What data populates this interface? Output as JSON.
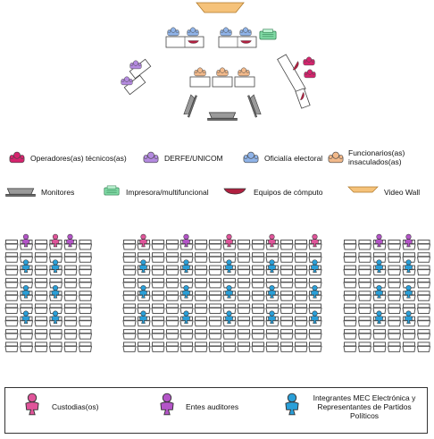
{
  "legend": {
    "operators": "Operadores(as) técnicos(as)",
    "derfe": "DERFE/UNICOM",
    "oficialia": "Oficialía electoral",
    "funcionarios": "Funcionarios(as) insaculados(as)",
    "monitores": "Monitores",
    "impresora": "Impresora/multifuncional",
    "equipos": "Equipos de cómputo",
    "videowall": "Video Wall"
  },
  "bottom_legend": {
    "custodias": "Custodias(os)",
    "entes": "Entes auditores",
    "integrantes": "Integrantes MEC Electrónica y Representantes de Partidos Políticos"
  },
  "colors": {
    "operator": "#d6246e",
    "derfe": "#b48ae0",
    "oficialia": "#8fb3e8",
    "funcionario": "#f2b98a",
    "custodia": "#e0559a",
    "ente": "#b455c8",
    "integrante": "#2a9fd8",
    "printer": "#7fd9a4",
    "videowall": "#f5c27a",
    "monitor": "#8a8a8a",
    "computer": "#b02040"
  }
}
